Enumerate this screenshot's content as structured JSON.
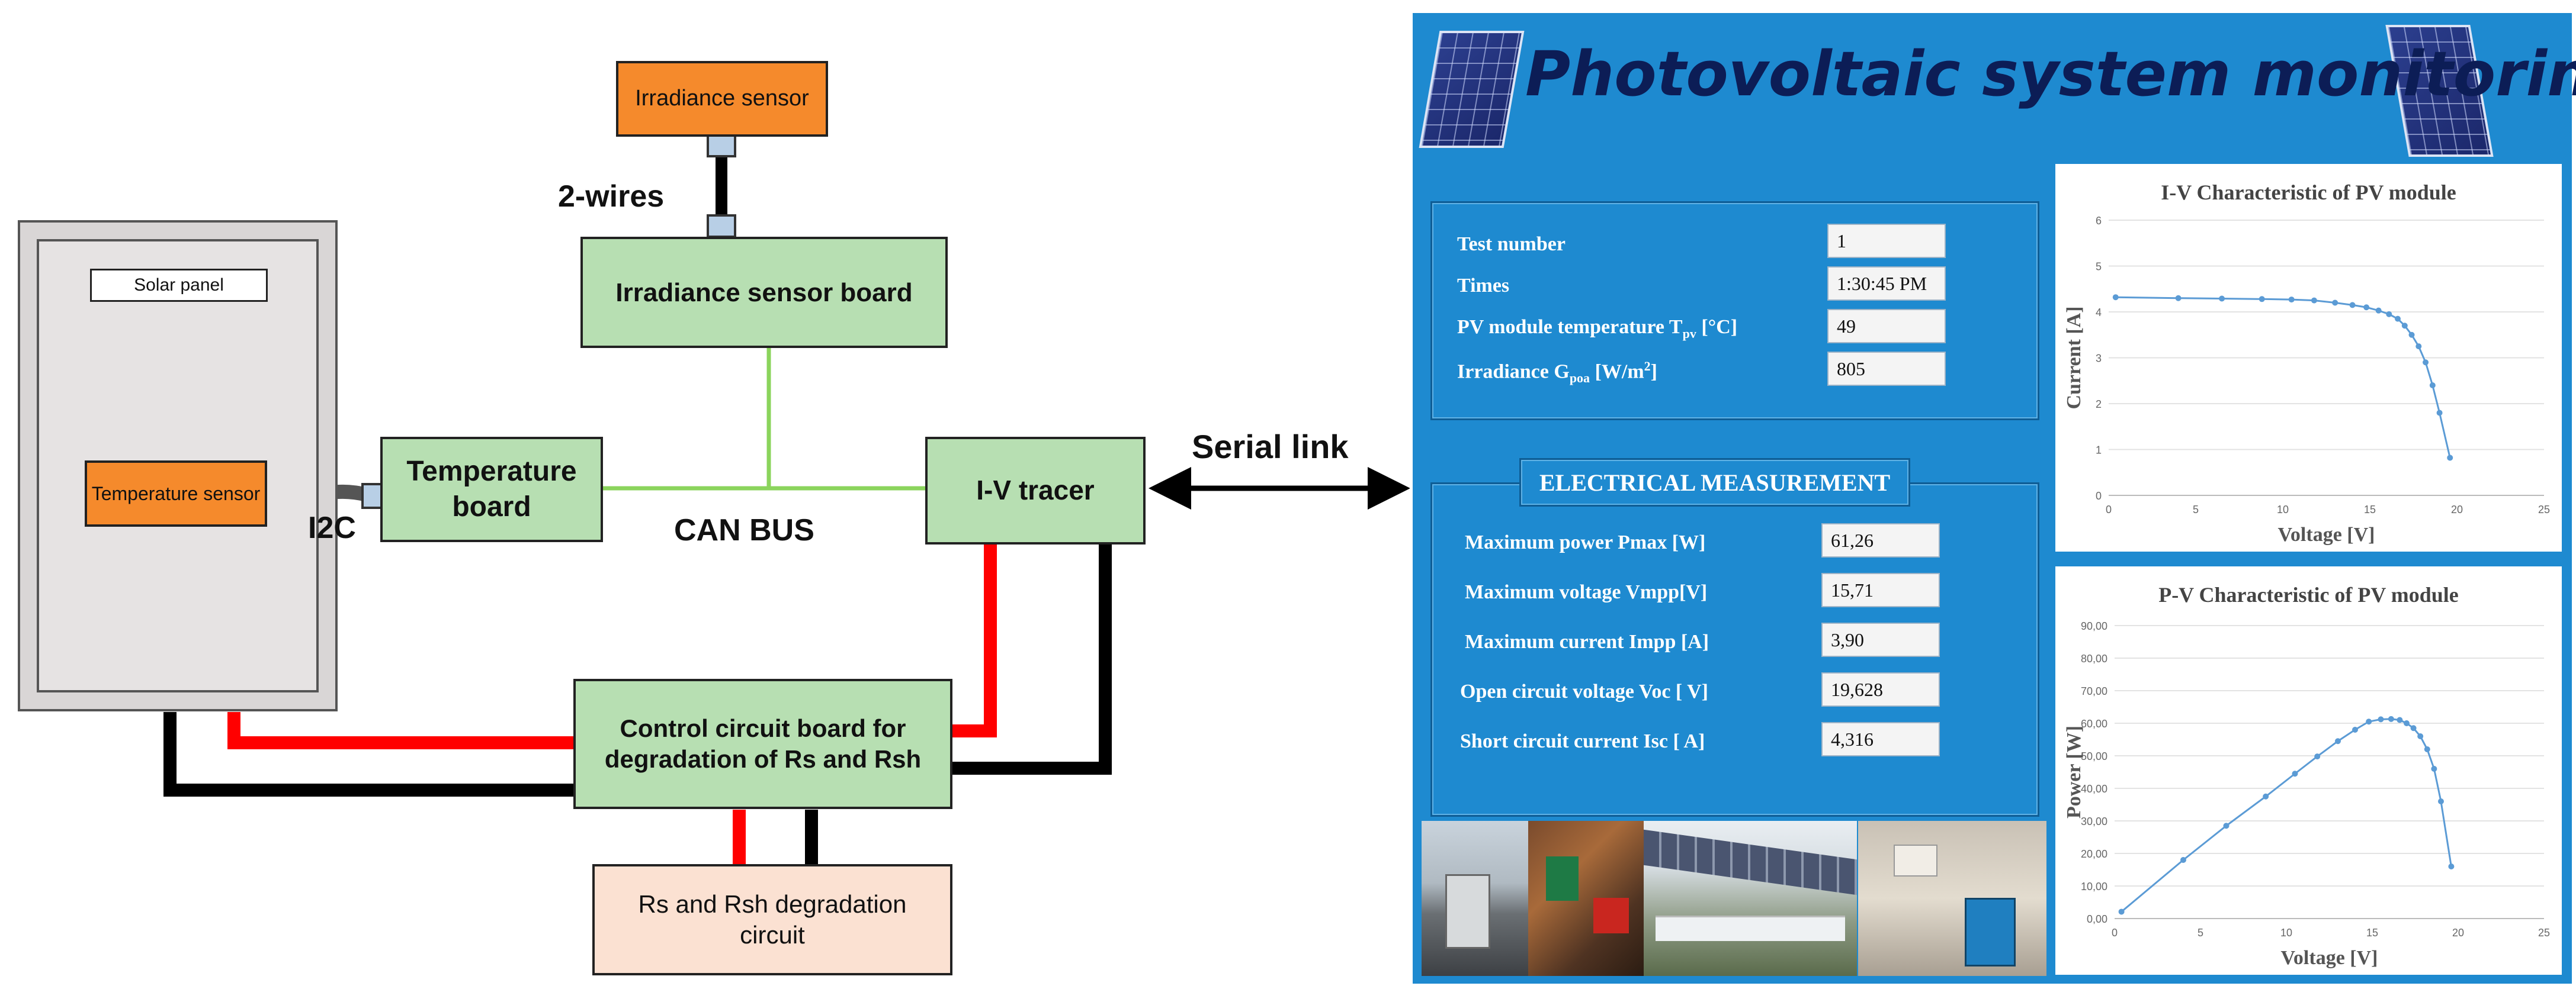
{
  "diagram": {
    "solar_panel": "Solar panel",
    "temperature_sensor": "Temperature sensor",
    "i2c": "I2C",
    "temperature_board": "Temperature board",
    "can_bus": "CAN BUS",
    "irradiance_sensor": "Irradiance sensor",
    "two_wires": "2-wires",
    "irradiance_sensor_board": "Irradiance sensor board",
    "iv_tracer": "I-V tracer",
    "serial_link": "Serial link",
    "control_board": "Control circuit board for degradation of Rs and Rsh",
    "degradation_circuit": "Rs and Rsh degradation circuit"
  },
  "monitor": {
    "title": "Photovoltaic system monitoring",
    "electrical_heading": "ELECTRICAL MEASUREMENT",
    "test_fields": [
      {
        "label": "Test number",
        "value": "1"
      },
      {
        "label": "Times",
        "value": "1:30:45 PM"
      },
      {
        "label": "PV module temperature T",
        "sub": "pv",
        "unit": " [°C]",
        "value": "49"
      },
      {
        "label": "Irradiance G",
        "sub": "poa",
        "unit": " [W/m",
        "sup": "2",
        "close": "]",
        "value": "805"
      }
    ],
    "electrical_fields": [
      {
        "label": "Maximum power Pmax  [W]",
        "value": "61,26"
      },
      {
        "label": "Maximum voltage Vmpp[V]",
        "value": "15,71"
      },
      {
        "label": "Maximum current Impp [A]",
        "value": "3,90"
      },
      {
        "label": "Open circuit voltage Voc [ V]",
        "value": "19,628"
      },
      {
        "label": "Short circuit current Isc [ A]",
        "value": "4,316"
      }
    ]
  },
  "chart_data": [
    {
      "type": "line",
      "title": "I-V Characteristic of PV module",
      "xlabel": "Voltage [V]",
      "ylabel": "Current [A]",
      "xlim": [
        0,
        25
      ],
      "ylim": [
        0,
        6
      ],
      "x_ticks": [
        "0",
        "5",
        "10",
        "15",
        "20",
        "25"
      ],
      "y_ticks": [
        "0",
        "1",
        "2",
        "3",
        "4",
        "5",
        "6"
      ],
      "x": [
        0.4,
        4,
        6.5,
        8.8,
        10.5,
        11.8,
        13,
        14,
        14.8,
        15.5,
        16.1,
        16.6,
        17,
        17.4,
        17.8,
        18.2,
        18.6,
        19,
        19.6
      ],
      "y": [
        4.32,
        4.3,
        4.29,
        4.28,
        4.27,
        4.25,
        4.2,
        4.15,
        4.1,
        4.03,
        3.95,
        3.85,
        3.7,
        3.5,
        3.25,
        2.9,
        2.4,
        1.8,
        0.82
      ],
      "color": "#5b9bd5",
      "grid": "horizontal"
    },
    {
      "type": "line",
      "title": "P-V Characteristic of PV module",
      "xlabel": "Voltage [V]",
      "ylabel": "Power [W]",
      "xlim": [
        0,
        25
      ],
      "ylim": [
        0,
        90
      ],
      "x_ticks": [
        "0",
        "5",
        "10",
        "15",
        "20",
        "25"
      ],
      "y_ticks": [
        "0,00",
        "10,00",
        "20,00",
        "30,00",
        "40,00",
        "50,00",
        "60,00",
        "70,00",
        "80,00",
        "90,00"
      ],
      "x": [
        0.4,
        4,
        6.5,
        8.8,
        10.5,
        11.8,
        13,
        14,
        14.8,
        15.5,
        16.1,
        16.6,
        17,
        17.4,
        17.8,
        18.2,
        18.6,
        19,
        19.6
      ],
      "y": [
        2.1,
        18,
        28.5,
        37.5,
        44.5,
        49.8,
        54.5,
        58,
        60.5,
        61.2,
        61.3,
        61,
        60,
        58.5,
        56,
        52,
        46,
        36,
        16
      ],
      "color": "#5b9bd5",
      "grid": "horizontal"
    }
  ],
  "colors": {
    "panel_blue": "#1e8ad0",
    "green_box": "#b7dfb2",
    "orange_box": "#f58a2c",
    "peach_box": "#fbe1d2",
    "red_wire": "#ff0000",
    "green_bus": "#8bd45c"
  }
}
